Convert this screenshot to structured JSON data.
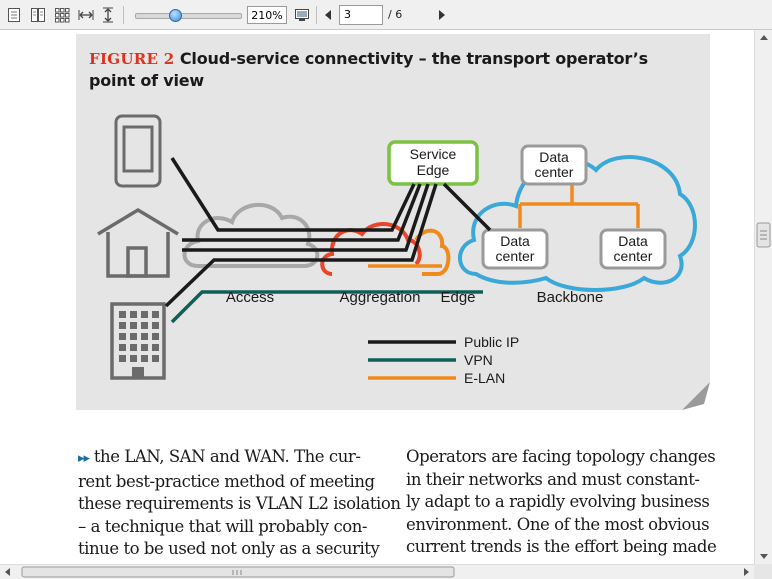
{
  "toolbar": {
    "zoom_value": "210%",
    "zoom_fraction": 0.38,
    "current_page": "3",
    "page_total": "/ 6",
    "icons": [
      "single-page-icon",
      "two-page-icon",
      "thumbnails-icon",
      "fit-width-icon",
      "fit-height-icon",
      "full-screen-icon",
      "prev-page-icon",
      "next-page-icon"
    ]
  },
  "figure": {
    "tag": "FIGURE 2",
    "title_line1": "Cloud-service connectivity – the transport operator’s",
    "title_line2": "point of view",
    "labels": {
      "service_edge_1": "Service",
      "service_edge_2": "Edge",
      "dc1_a": "Data",
      "dc1_b": "center",
      "dc2_a": "Data",
      "dc2_b": "center",
      "dc3_a": "Data",
      "dc3_b": "center",
      "access": "Access",
      "aggregation": "Aggregation",
      "edge": "Edge",
      "backbone": "Backbone"
    },
    "legend": [
      {
        "label": "Public IP",
        "color": "#1a1a1a"
      },
      {
        "label": "VPN",
        "color": "#0e5e5a"
      },
      {
        "label": "E-LAN",
        "color": "#f08a1c"
      }
    ],
    "colors": {
      "access_cloud": "#a8a8a8",
      "aggregation_cloud": "#e8452a",
      "edge_cloud": "#f08a1c",
      "backbone_cloud": "#3aa8d8",
      "service_edge": "#7cc242",
      "device_icons": "#6b6b6b"
    }
  },
  "body": {
    "left_lines": [
      "the LAN, SAN and WAN. The cur-",
      "rent best-practice method of meeting",
      "these requirements is VLAN L2 isolation",
      "– a technique that will probably con-",
      "tinue to be used not only as a security"
    ],
    "right_lines": [
      "Operators are facing topology changes",
      "in their networks and must constant-",
      "ly adapt to a rapidly evolving business",
      "environment. One of the most obvious",
      "current trends is the effort being made"
    ],
    "continuation_marker": "▸▸"
  }
}
